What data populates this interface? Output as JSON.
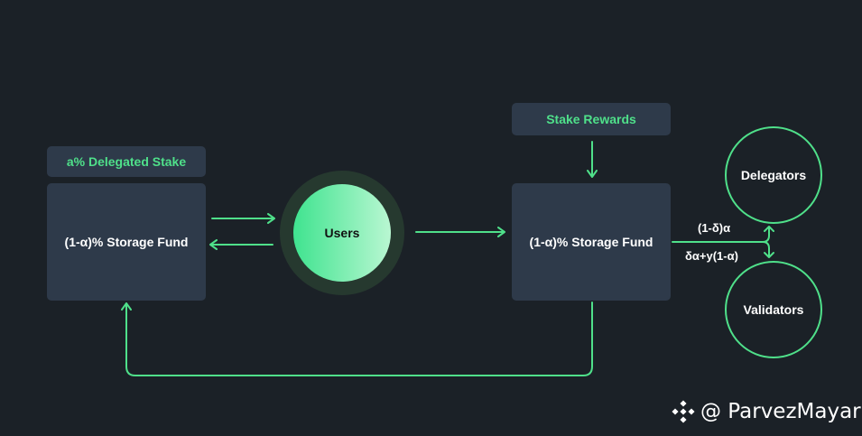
{
  "diagram": {
    "tag_delegated_stake": "a% Delegated Stake",
    "left_fund": "(1-α)% Storage Fund",
    "users": "Users",
    "tag_stake_rewards": "Stake Rewards",
    "right_fund": "(1-α)% Storage Fund",
    "delegators": "Delegators",
    "validators": "Validators",
    "delegator_share": "(1-δ)α",
    "validator_share": "δα+y(1-α)"
  },
  "watermark": {
    "text": "@ ParvezMayar",
    "icon": "binance-logo-icon"
  },
  "colors": {
    "background": "#1b2127",
    "box": "#2e3a4a",
    "accent": "#4fe08a"
  }
}
